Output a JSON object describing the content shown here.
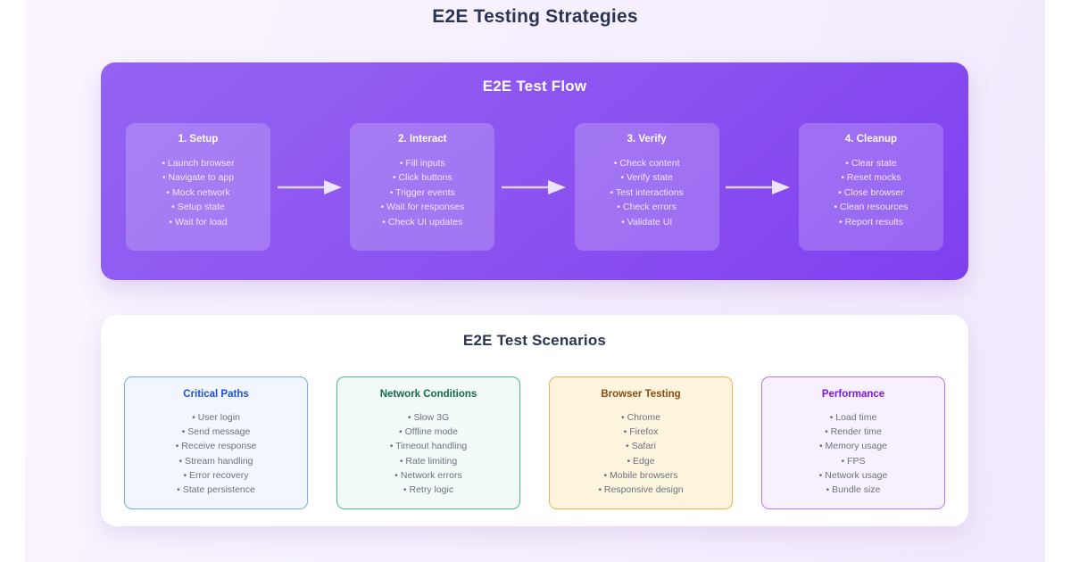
{
  "page": {
    "title": "E2E Testing Strategies",
    "background_color": "#f7f1fd"
  },
  "flow": {
    "title": "E2E Test Flow",
    "panel_color": "#8b52f0",
    "arrow_icon": "arrow-right-icon",
    "steps": [
      {
        "title": "1. Setup",
        "items": [
          "• Launch browser",
          "• Navigate to app",
          "• Mock network",
          "• Setup state",
          "• Wait for load"
        ]
      },
      {
        "title": "2. Interact",
        "items": [
          "• Fill inputs",
          "• Click buttons",
          "• Trigger events",
          "• Wait for responses",
          "• Check UI updates"
        ]
      },
      {
        "title": "3. Verify",
        "items": [
          "• Check content",
          "• Verify state",
          "• Test interactions",
          "• Check errors",
          "• Validate UI"
        ]
      },
      {
        "title": "4. Cleanup",
        "items": [
          "• Clear state",
          "• Reset mocks",
          "• Close browser",
          "• Clean resources",
          "• Report results"
        ]
      }
    ]
  },
  "scenarios": {
    "title": "E2E Test Scenarios",
    "cards": [
      {
        "title": "Critical Paths",
        "title_color": "#1f4fd8",
        "border_color": "#7aa9f0",
        "bg_color": "#f2f7ff",
        "items": [
          "• User login",
          "• Send message",
          "• Receive response",
          "• Stream handling",
          "• Error recovery",
          "• State persistence"
        ]
      },
      {
        "title": "Network Conditions",
        "title_color": "#146b4c",
        "border_color": "#3fbf8f",
        "bg_color": "#f2fbf7",
        "items": [
          "• Slow 3G",
          "• Offline mode",
          "• Timeout handling",
          "• Rate limiting",
          "• Network errors",
          "• Retry logic"
        ]
      },
      {
        "title": "Browser Testing",
        "title_color": "#8a4a12",
        "border_color": "#f0b44a",
        "bg_color": "#fdf4dd",
        "items": [
          "• Chrome",
          "• Firefox",
          "• Safari",
          "• Edge",
          "• Mobile browsers",
          "• Responsive design"
        ]
      },
      {
        "title": "Performance",
        "title_color": "#7c18e0",
        "border_color": "#b277ef",
        "bg_color": "#f7f0ff",
        "items": [
          "• Load time",
          "• Render time",
          "• Memory usage",
          "• FPS",
          "• Network usage",
          "• Bundle size"
        ]
      }
    ]
  }
}
